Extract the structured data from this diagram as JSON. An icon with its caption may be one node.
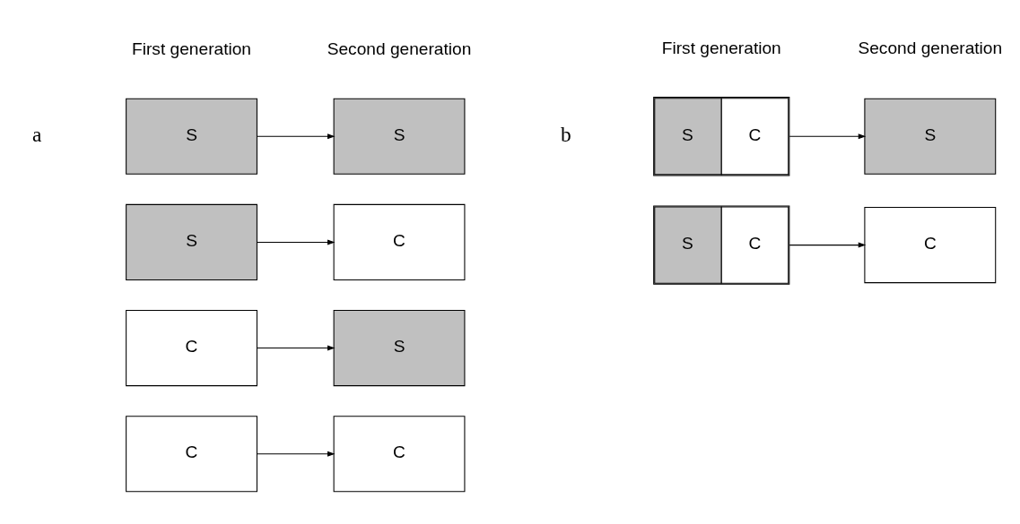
{
  "diagram": {
    "nodes": [
      {
        "text": [
          "S"
        ]
      },
      {
        "text": [
          "S"
        ]
      },
      {
        "text": [
          "S"
        ]
      },
      {
        "text": [
          "C"
        ]
      },
      {
        "text": [
          "C"
        ]
      },
      {
        "text": [
          "S"
        ]
      },
      {
        "text": [
          "C"
        ]
      },
      {
        "text": [
          "C"
        ]
      },
      {
        "text": [
          "S",
          "C"
        ]
      },
      {
        "text": [
          "S"
        ]
      },
      {
        "text": [
          "S",
          "C"
        ]
      },
      {
        "text": [
          "C"
        ]
      }
    ],
    "edges": [
      {
        "from": 0,
        "to": 1,
        "arrow": "to"
      },
      {
        "from": 2,
        "to": 3,
        "arrow": "to"
      },
      {
        "from": 4,
        "to": 5,
        "arrow": "to"
      },
      {
        "from": 6,
        "to": 7,
        "arrow": "to"
      },
      {
        "from": 8,
        "to": 9,
        "arrow": "to"
      },
      {
        "from": 10,
        "to": 11,
        "arrow": "to"
      }
    ],
    "labels": [
      "First generation",
      "Second generation",
      "First generation",
      "Second generation",
      "a",
      "b"
    ]
  }
}
